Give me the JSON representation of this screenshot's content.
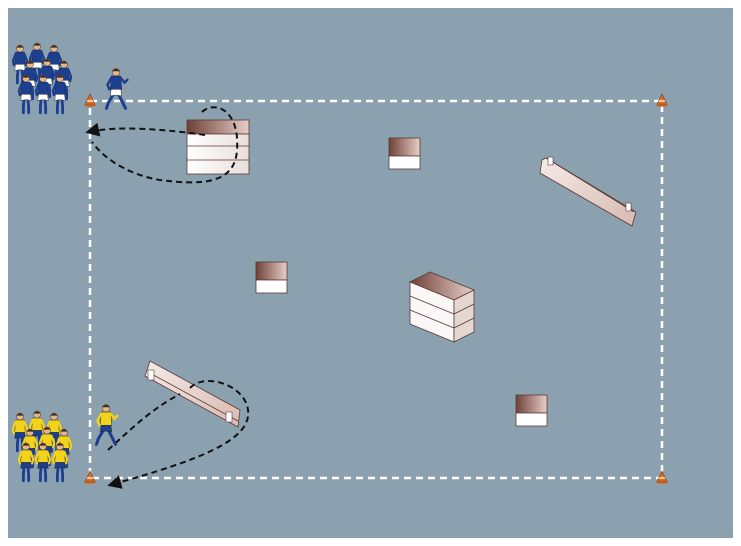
{
  "scene": {
    "title": "",
    "background_color": "#8ba1b0",
    "field_line_color": "#ffffff",
    "path_color": "#111111"
  },
  "teams": {
    "blue": {
      "shirt": "#1d3f8f",
      "shorts": "#ffffff",
      "socks": "#1d3f8f",
      "waiting_players": 9,
      "active_players": 1
    },
    "yellow": {
      "shirt": "#f2d21a",
      "shorts": "#1d3f8f",
      "socks": "#1d3f8f",
      "waiting_players": 9,
      "active_players": 1
    }
  },
  "equipment": {
    "cone_color": "#e0701e",
    "vaulting_boxes": 2,
    "small_boxes": 3,
    "benches": 2,
    "box_top_color": "#8a5a4e",
    "box_body_color": "#f7f2f0"
  },
  "icons": [
    "cone-icon",
    "player-icon",
    "vaulting-box-icon",
    "small-box-icon",
    "bench-icon",
    "dashed-arrow-icon"
  ]
}
